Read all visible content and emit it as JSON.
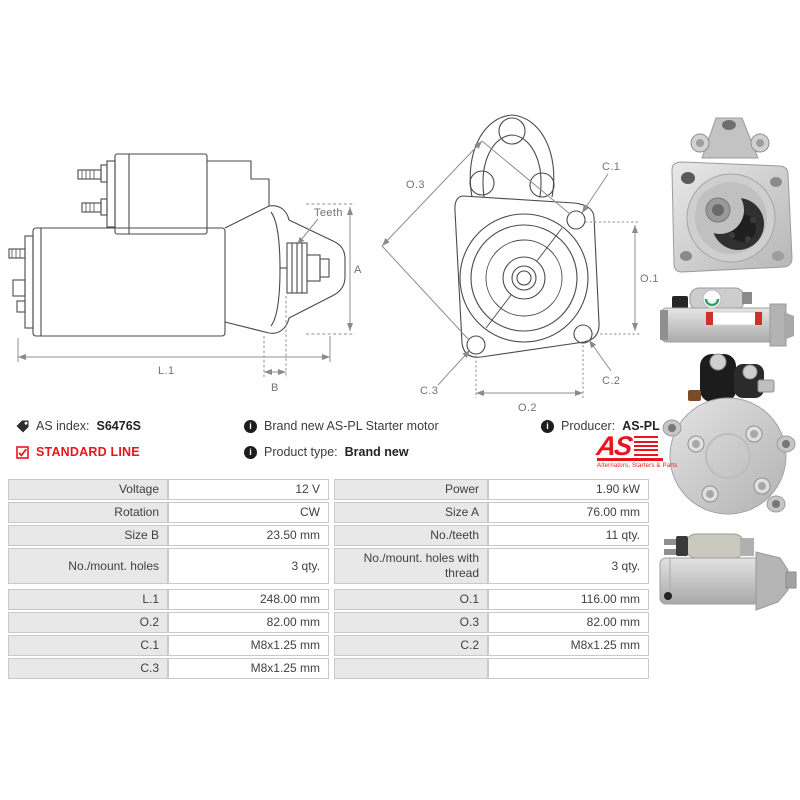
{
  "info_bar": {
    "as_index_label": "AS index:",
    "as_index_value": "S6476S",
    "standard_line_label": "STANDARD LINE",
    "brand_line": "Brand new AS-PL Starter motor",
    "product_type_label": "Product type:",
    "product_type_value": "Brand new",
    "producer_label": "Producer:",
    "producer_value": "AS-PL",
    "logo": {
      "text": "AS",
      "tagline": "Alternators, Starters & Parts"
    }
  },
  "diagram_labels": {
    "side": {
      "teeth": "Teeth",
      "a": "A",
      "l1": "L.1",
      "b": "B"
    },
    "front": {
      "o3": "O.3",
      "c1": "C.1",
      "o1": "O.1",
      "c2": "C.2",
      "c3": "C.3",
      "o2": "O.2"
    }
  },
  "spec_table": {
    "block1": [
      {
        "l1": "Voltage",
        "v1": "12 V",
        "l2": "Power",
        "v2": "1.90 kW"
      },
      {
        "l1": "Rotation",
        "v1": "CW",
        "l2": "Size A",
        "v2": "76.00 mm"
      },
      {
        "l1": "Size B",
        "v1": "23.50 mm",
        "l2": "No./teeth",
        "v2": "11 qty."
      },
      {
        "l1": "No./mount. holes",
        "v1": "3 qty.",
        "l2": "No./mount. holes with thread",
        "v2": "3 qty."
      }
    ],
    "block2": [
      {
        "l1": "L.1",
        "v1": "248.00 mm",
        "l2": "O.1",
        "v2": "116.00 mm"
      },
      {
        "l1": "O.2",
        "v1": "82.00 mm",
        "l2": "O.3",
        "v2": "82.00 mm"
      },
      {
        "l1": "C.1",
        "v1": "M8x1.25 mm",
        "l2": "C.2",
        "v2": "M8x1.25 mm"
      },
      {
        "l1": "C.3",
        "v1": "M8x1.25 mm",
        "l2": "",
        "v2": ""
      }
    ]
  },
  "colors": {
    "accent_red": "#e8151c",
    "label_cell_bg": "#e8e8e8",
    "cell_border": "#c9c9c9",
    "text": "#3f3f3f",
    "drawing_outline": "#4a4a4a",
    "dimension_line": "#8f8f8f"
  }
}
